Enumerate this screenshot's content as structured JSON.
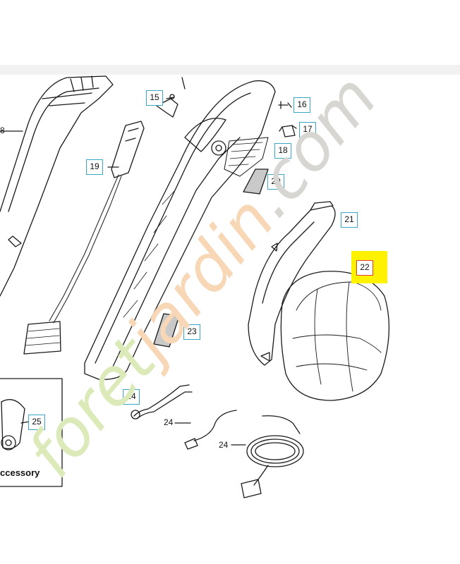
{
  "diagram": {
    "callouts": [
      {
        "id": "15",
        "label": "15"
      },
      {
        "id": "16",
        "label": "16"
      },
      {
        "id": "17",
        "label": "17"
      },
      {
        "id": "18",
        "label": "18"
      },
      {
        "id": "19",
        "label": "19"
      },
      {
        "id": "20",
        "label": "20"
      },
      {
        "id": "21",
        "label": "21"
      },
      {
        "id": "22",
        "label": "22",
        "highlighted": true
      },
      {
        "id": "23",
        "label": "23"
      },
      {
        "id": "24a",
        "label": "24"
      },
      {
        "id": "25",
        "label": "25"
      }
    ],
    "plain_labels": [
      {
        "id": "8",
        "label": "8"
      },
      {
        "id": "24b",
        "label": "24"
      },
      {
        "id": "24c",
        "label": "24"
      }
    ],
    "accessory_label": "ccessory",
    "highlight_color": "#fff200",
    "callout_border_color": "#3aa7c9"
  },
  "watermark": {
    "part1": "foret",
    "part2": "jardin",
    "part3": ".com",
    "colors": {
      "green": "#dbeab8",
      "orange": "#f7d7b5",
      "gray": "#d8d6d2"
    }
  }
}
